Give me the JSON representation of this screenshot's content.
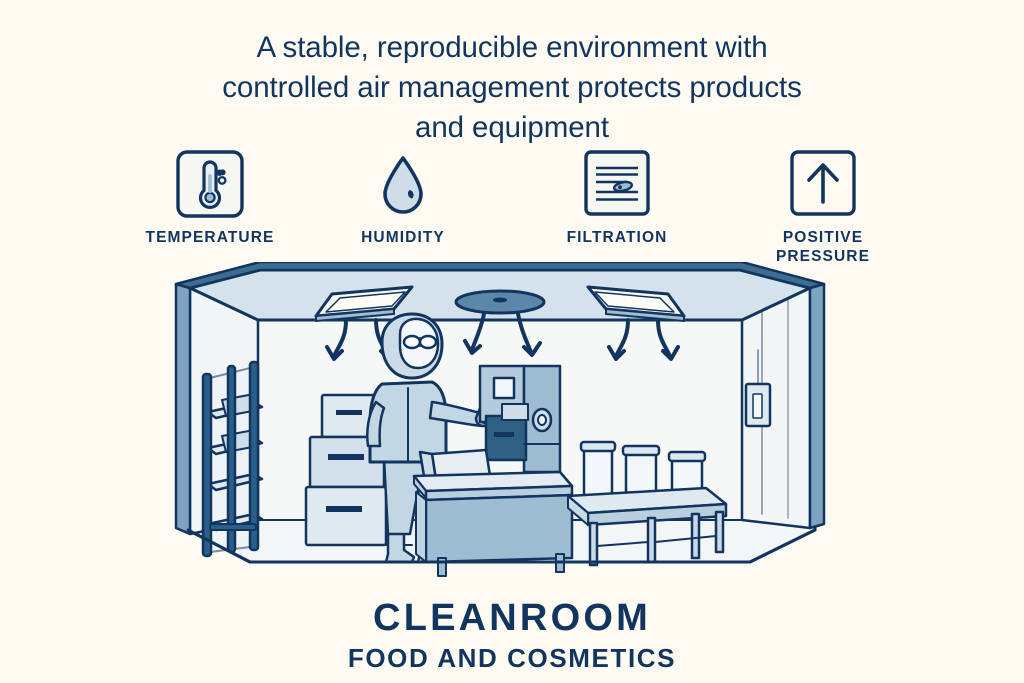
{
  "background_color": "#fdfbf1",
  "ink_color": "#12355f",
  "fill_light": "#eef3f7",
  "fill_mid": "#c6d8e5",
  "fill_dark": "#9fbdd2",
  "headline": {
    "line1": "A stable, reproducible environment with",
    "line2": "controlled air management protects products",
    "line3": "and equipment"
  },
  "features": [
    {
      "id": "temperature",
      "label": "TEMPERATURE",
      "icon": "thermometer-icon",
      "boxed": true
    },
    {
      "id": "humidity",
      "label": "HUMIDITY",
      "icon": "water-droplet-icon",
      "boxed": false
    },
    {
      "id": "filtration",
      "label": "FILTRATION",
      "icon": "filter-mesh-icon",
      "boxed": true
    },
    {
      "id": "pressure",
      "label_line1": "POSITIVE",
      "label_line2": "PRESSURE",
      "icon": "up-arrow-icon",
      "boxed": true
    }
  ],
  "scene": {
    "name": "cleanroom-cutaway-illustration",
    "ceiling_fixtures": [
      {
        "type": "hepa-panel",
        "position": "left"
      },
      {
        "type": "round-diffuser",
        "position": "center"
      },
      {
        "type": "hepa-panel",
        "position": "right"
      }
    ],
    "airflow_arrow_pairs": 3,
    "objects": [
      {
        "name": "shelving-rack",
        "shelves": 4
      },
      {
        "name": "stacked-boxes",
        "count": 3
      },
      {
        "name": "worker-in-cleanroom-suit"
      },
      {
        "name": "packaging-machine"
      },
      {
        "name": "workbench-with-box"
      },
      {
        "name": "jar-table",
        "jars": 3
      },
      {
        "name": "wall-control-panel"
      }
    ]
  },
  "footer": {
    "title": "CLEANROOM",
    "subtitle": "FOOD AND COSMETICS"
  }
}
